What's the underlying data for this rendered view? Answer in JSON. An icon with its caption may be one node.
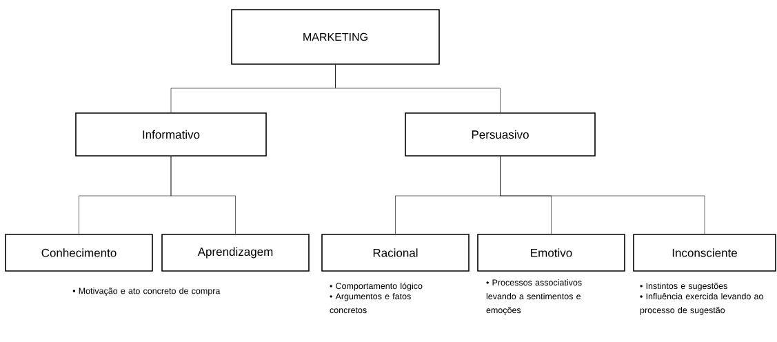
{
  "diagram": {
    "nodes": [
      {
        "text": [
          "MARKETING"
        ]
      },
      {
        "text": [
          "Informativo"
        ]
      },
      {
        "text": [
          "Persuasivo"
        ]
      },
      {
        "text": [
          "Conhecimento"
        ]
      },
      {
        "text": [
          "Aprendizagem"
        ]
      },
      {
        "text": [
          "Racional"
        ],
        "beside": [
          "• Comportamento lógico",
          "• Argumentos e fatos concretos"
        ]
      },
      {
        "text": [
          "Emotivo"
        ],
        "beside": [
          "• Processos associativos levando a sentimentos e emoções"
        ]
      },
      {
        "text": [
          "Inconsciente"
        ],
        "beside": [
          "• Instintos e sugestões",
          "• Influência exercida levando ao processo de sugestão"
        ]
      }
    ],
    "edges": [
      {
        "from": 0,
        "to": 1,
        "arrow": "none"
      },
      {
        "from": 0,
        "to": 2,
        "arrow": "none"
      },
      {
        "from": 1,
        "to": 3,
        "arrow": "none"
      },
      {
        "from": 1,
        "to": 4,
        "arrow": "none"
      },
      {
        "from": 2,
        "to": 5,
        "arrow": "none"
      },
      {
        "from": 2,
        "to": 6,
        "arrow": "none"
      },
      {
        "from": 2,
        "to": 7,
        "arrow": "none"
      }
    ],
    "labels": [
      "• Motivação e ato concreto de compra"
    ]
  }
}
